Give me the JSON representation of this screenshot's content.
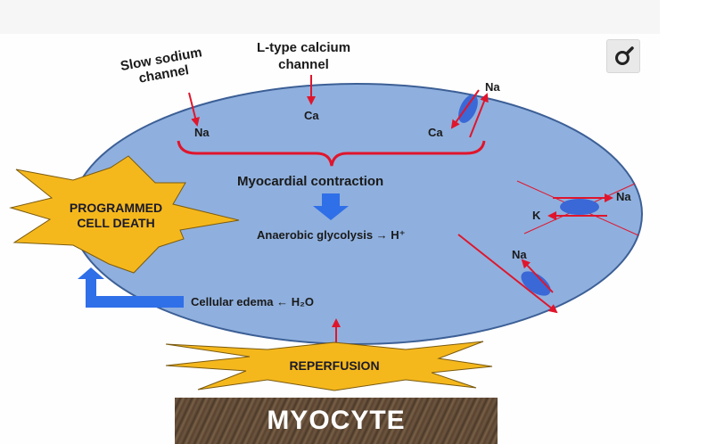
{
  "labels": {
    "slow_sodium": "Slow sodium\nchannel",
    "l_type": "L-type calcium\nchannel",
    "na_left": "Na",
    "ca_center": "Ca",
    "ca_right": "Ca",
    "na_exchanger": "Na",
    "myocardial": "Myocardial contraction",
    "anaerobic": "Anaerobic glycolysis → H⁺",
    "na_pump": "Na",
    "k_pump": "K",
    "na_out": "Na",
    "cellular_edema": "Cellular edema ← H₂O",
    "programmed": "PROGRAMMED\nCELL DEATH",
    "reperfusion": "REPERFUSION",
    "myocyte": "MYOCYTE"
  },
  "icons": {
    "zoom": "magnifier-icon"
  },
  "colors": {
    "cell_fill": "#8fb0de",
    "cell_stroke": "#3c5f96",
    "arrow_red": "#e0152c",
    "blue_arrow": "#2f6fe8",
    "star_fill": "#f5b81c",
    "channel_blue": "#3a68d6"
  }
}
